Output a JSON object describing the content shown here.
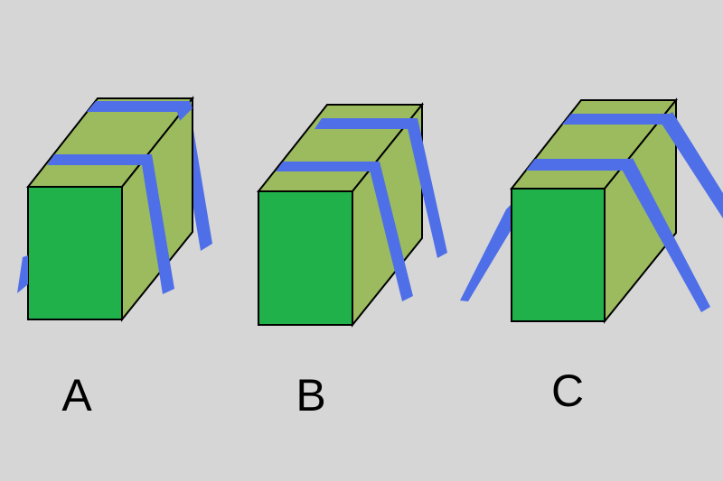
{
  "colors": {
    "background": "#d6d6d6",
    "front_face": "#21b14b",
    "side_face": "#9bbb5e",
    "strap": "#4f6fe8",
    "outline": "#000000"
  },
  "options": [
    {
      "id": "a",
      "label": "A"
    },
    {
      "id": "b",
      "label": "B"
    },
    {
      "id": "c",
      "label": "C"
    }
  ]
}
